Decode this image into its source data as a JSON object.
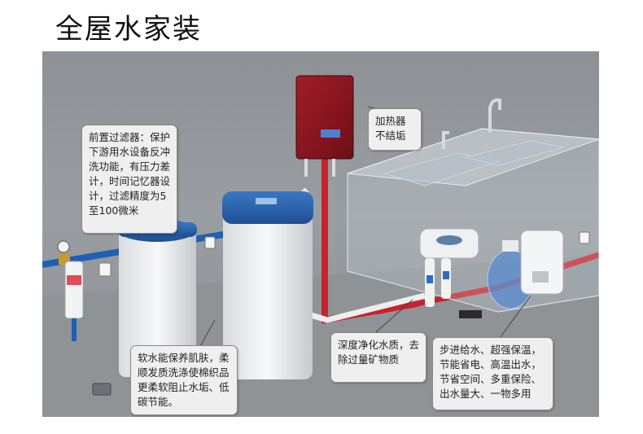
{
  "page": {
    "title": "全屋水家装"
  },
  "callouts": {
    "prefilter": "前置过滤器：保护下游用水设备反冲洗功能，有压力差计，时间记忆器设计，过滤精度为5至100微米",
    "heater": "加热器不结垢",
    "softener": "软水能保养肌肤，柔顺发质洗涤使棉织品更柔软阻止水垢、低碳节能。",
    "purifier": "深度净化水质，去除过量矿物质",
    "boiler": "步进给水、超强保温，节能省电、高温出水，节省空间、多重保险、出水量大、一物多用"
  },
  "colors": {
    "background": "#8d9195",
    "pipe_red": "#c8232c",
    "pipe_blue": "#1f5fb5",
    "softener_cap": "#2b66b0",
    "heater_body": "#8e1620",
    "callout_bg": "#efefef"
  },
  "icons": [
    "pressure-gauge-icon",
    "power-socket-icon",
    "floor-drain-icon",
    "faucet-icon"
  ]
}
